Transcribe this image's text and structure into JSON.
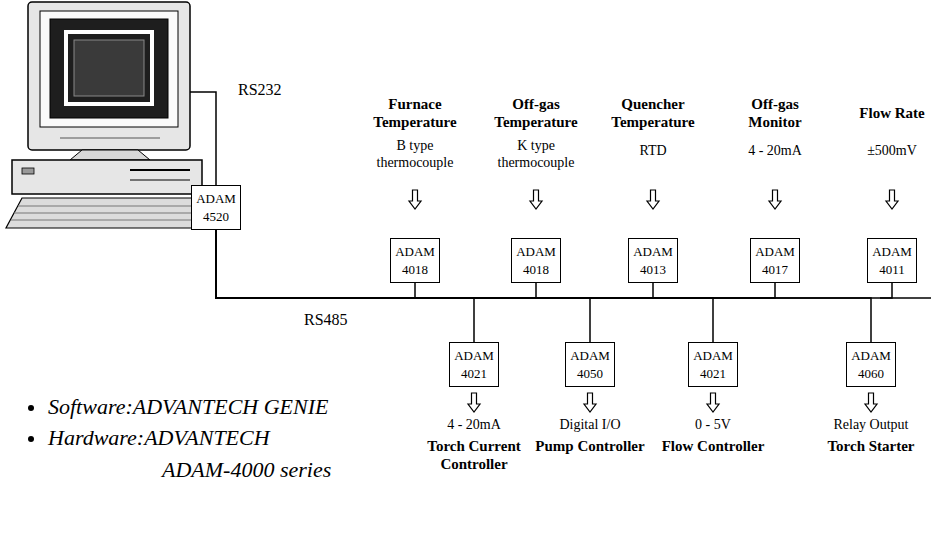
{
  "diagram": {
    "nodes": [
      {
        "text": [
          "ADAM 4520"
        ]
      },
      {
        "text": [
          "ADAM 4018"
        ]
      },
      {
        "text": [
          "ADAM 4018"
        ]
      },
      {
        "text": [
          "ADAM 4013"
        ]
      },
      {
        "text": [
          "ADAM 4017"
        ]
      },
      {
        "text": [
          "ADAM 4011"
        ]
      },
      {
        "text": [
          "ADAM 4021"
        ]
      },
      {
        "text": [
          "ADAM 4050"
        ]
      },
      {
        "text": [
          "ADAM 4021"
        ]
      },
      {
        "text": [
          "ADAM 4060"
        ]
      }
    ],
    "edges": [
      {
        "from": 0,
        "to": 1,
        "arrow": "none"
      },
      {
        "from": 0,
        "to": 2,
        "arrow": "none"
      },
      {
        "from": 0,
        "to": 3,
        "arrow": "none"
      },
      {
        "from": 0,
        "to": 4,
        "arrow": "none"
      },
      {
        "from": 0,
        "to": 5,
        "arrow": "none"
      },
      {
        "from": 0,
        "to": 6,
        "arrow": "none"
      },
      {
        "from": 0,
        "to": 7,
        "arrow": "none"
      },
      {
        "from": 0,
        "to": 8,
        "arrow": "none"
      },
      {
        "from": 0,
        "to": 9,
        "arrow": "none"
      }
    ],
    "labels": [
      "RS232",
      "Furnace Temperature",
      "B type thermocouple",
      "Off-gas Temperature",
      "K type thermocouple",
      "Quencher Temperature",
      "RTD",
      "Off-gas Monitor",
      "4 - 20mA",
      "Flow Rate",
      "±500mV",
      "RS485",
      "4 - 20mA",
      "Torch Current Controller",
      "Digital I/O",
      "Pump Controller",
      "0 - 5V",
      "Flow Controller",
      "Relay Output",
      "Torch Starter",
      "Software:ADVANTECH GENIE",
      "Hardware:ADVANTECH",
      "ADAM-4000 series"
    ]
  }
}
